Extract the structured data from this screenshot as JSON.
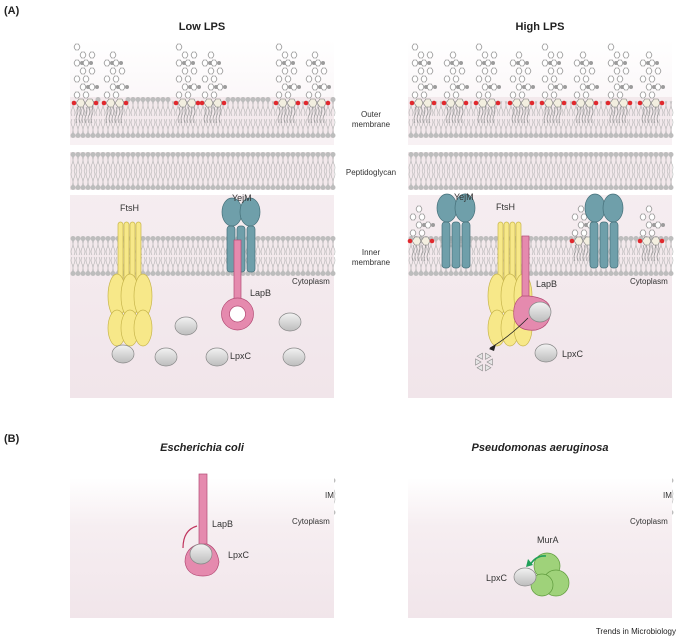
{
  "panel_a": {
    "tag": "(A)",
    "left_title": "Low LPS",
    "right_title": "High LPS",
    "labels": {
      "outer_1": "Outer",
      "outer_2": "membrane",
      "peptidoglycan": "Peptidoglycan",
      "inner_1": "Inner",
      "inner_2": "membrane",
      "cytoplasm": "Cytoplasm"
    },
    "proteins": {
      "ftsh": "FtsH",
      "yejm": "YejM",
      "lapb": "LapB",
      "lpxc": "LpxC"
    }
  },
  "panel_b": {
    "tag": "(B)",
    "left_title": "Escherichia coli",
    "right_title": "Pseudomonas aeruginosa",
    "labels": {
      "im": "IM",
      "cytoplasm": "Cytoplasm"
    },
    "proteins": {
      "lapb": "LapB",
      "lpxc": "LpxC",
      "mura": "MurA"
    }
  },
  "credit": "Trends in Microbiology",
  "colors": {
    "ftsh": "#f7e889",
    "yejm": "#6f9faa",
    "lapb": "#e58aae",
    "lpxc": "#cfcfcf",
    "mura": "#9fd27a",
    "lipid_a": "#e0292e",
    "membrane_bg": "#f2e6ea",
    "head": "#bdbdbd"
  }
}
